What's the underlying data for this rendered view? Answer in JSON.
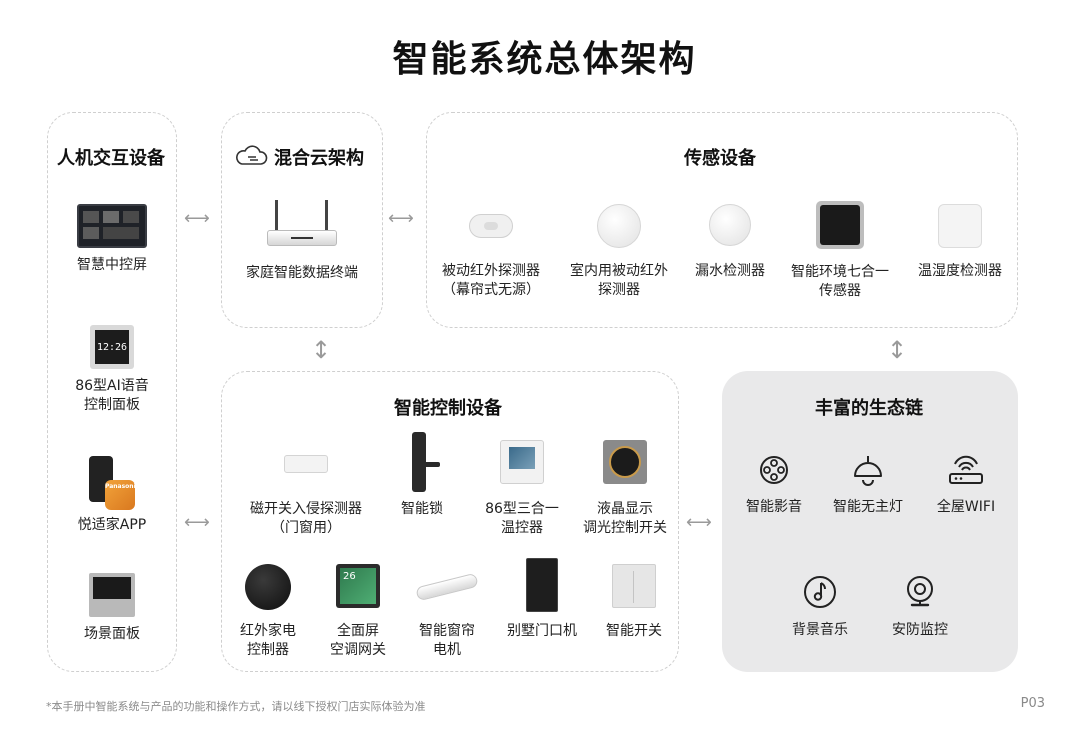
{
  "title": "智能系统总体架构",
  "panels": {
    "hmi": {
      "title": "人机交互设备",
      "items": [
        "智慧中控屏",
        "86型AI语音\n控制面板",
        "悦适家APP",
        "场景面板"
      ],
      "panel_clock": "12:26",
      "app_brand": "Panasonic"
    },
    "cloud": {
      "title": "混合云架构",
      "items": [
        "家庭智能数据终端"
      ]
    },
    "sensors": {
      "title": "传感设备",
      "items": [
        "被动红外探测器\n（幕帘式无源）",
        "室内用被动红外\n探测器",
        "漏水检测器",
        "智能环境七合一\n传感器",
        "温湿度检测器"
      ]
    },
    "control": {
      "title": "智能控制设备",
      "items": [
        "磁开关入侵探测器\n（门窗用）",
        "智能锁",
        "86型三合一\n温控器",
        "液晶显示\n调光控制开关",
        "红外家电\n控制器",
        "全面屏\n空调网关",
        "智能窗帘\n电机",
        "别墅门口机",
        "智能开关"
      ],
      "ac_temp": "26"
    },
    "ecosystem": {
      "title": "丰富的生态链",
      "items": [
        "智能影音",
        "智能无主灯",
        "全屋WIFI",
        "背景音乐",
        "安防监控"
      ]
    }
  },
  "arrow_glyph_h": "⟷",
  "arrow_glyph_v": "↕",
  "footnote": "*本手册中智能系统与产品的功能和操作方式，请以线下授权门店实际体验为准",
  "page": "P03",
  "icons": [
    "cloud-icon",
    "film-reel-icon",
    "ceiling-lamp-icon",
    "wifi-router-icon",
    "music-note-icon",
    "security-camera-icon"
  ],
  "colors": {
    "panel_border": "#cfcfcf",
    "eco_bg": "#e9e9ea",
    "text": "#222222"
  }
}
